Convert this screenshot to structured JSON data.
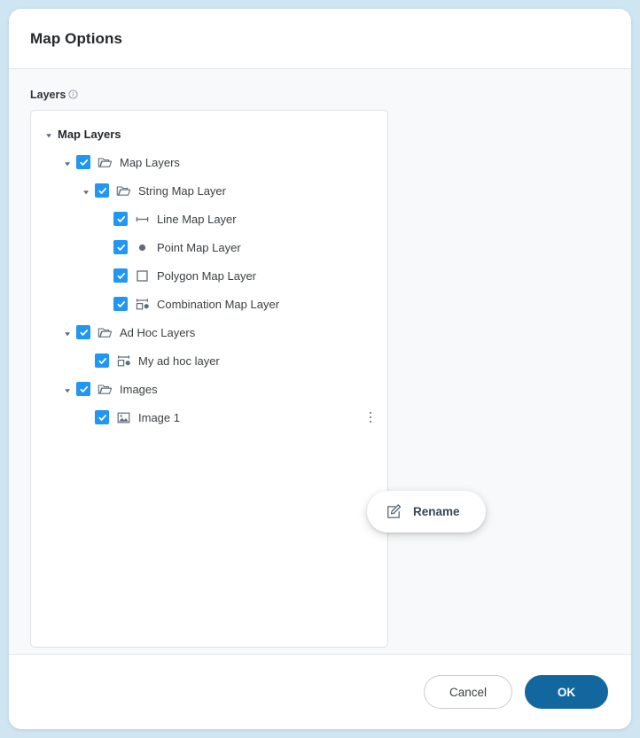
{
  "dialog": {
    "title": "Map Options",
    "field_label": "Layers",
    "info_icon": "info-icon"
  },
  "tree": {
    "nodes": [
      {
        "label": "Map Layers",
        "level": 0,
        "root": true,
        "caret": "down",
        "checkbox": false,
        "icon": "none",
        "kebab": false
      },
      {
        "label": "Map Layers",
        "level": 1,
        "root": false,
        "caret": "down",
        "checkbox": true,
        "icon": "folder",
        "kebab": false
      },
      {
        "label": "String Map Layer",
        "level": 2,
        "root": false,
        "caret": "down",
        "checkbox": true,
        "icon": "folder",
        "kebab": false
      },
      {
        "label": "Line Map Layer",
        "level": 3,
        "root": false,
        "caret": "none",
        "checkbox": true,
        "icon": "line",
        "kebab": false
      },
      {
        "label": "Point Map Layer",
        "level": 3,
        "root": false,
        "caret": "none",
        "checkbox": true,
        "icon": "point",
        "kebab": false
      },
      {
        "label": "Polygon Map Layer",
        "level": 3,
        "root": false,
        "caret": "none",
        "checkbox": true,
        "icon": "polygon",
        "kebab": false
      },
      {
        "label": "Combination Map Layer",
        "level": 3,
        "root": false,
        "caret": "none",
        "checkbox": true,
        "icon": "combination",
        "kebab": false
      },
      {
        "label": "Ad Hoc Layers",
        "level": 1,
        "root": false,
        "caret": "down",
        "checkbox": true,
        "icon": "folder",
        "kebab": false
      },
      {
        "label": "My ad hoc layer",
        "level": 2,
        "root": false,
        "caret": "none",
        "checkbox": true,
        "icon": "combination",
        "kebab": false
      },
      {
        "label": "Images",
        "level": 1,
        "root": false,
        "caret": "down",
        "checkbox": true,
        "icon": "folder",
        "kebab": false
      },
      {
        "label": "Image 1",
        "level": 2,
        "root": false,
        "caret": "none",
        "checkbox": true,
        "icon": "image",
        "kebab": true
      }
    ]
  },
  "context_menu": {
    "rename_label": "Rename",
    "rename_icon": "pencil-square-icon"
  },
  "footer": {
    "cancel_label": "Cancel",
    "ok_label": "OK"
  },
  "colors": {
    "page_background": "#cfe5f2",
    "checkbox_blue": "#2196f3",
    "primary_button": "#12679f",
    "body_background": "#f8f9fa",
    "label_text": "#3c4043"
  }
}
